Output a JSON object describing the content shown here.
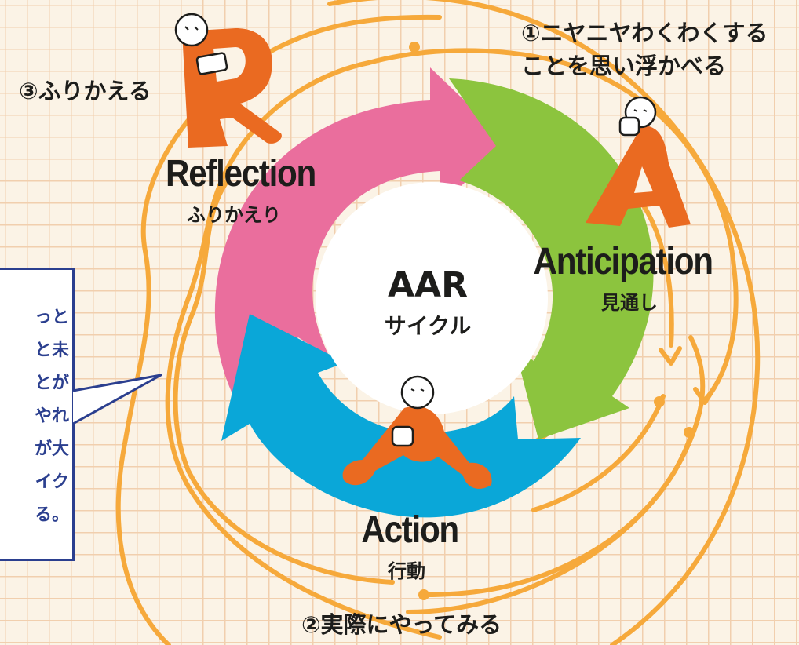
{
  "colors": {
    "reflection": "#ea6e9d",
    "anticipation": "#8cc43e",
    "action": "#0aa7d8",
    "orbit": "#f6a93b",
    "character": "#ea6a21",
    "callout_border": "#2b3f8f",
    "grid": "#f1cfae",
    "background": "#fbf3e6"
  },
  "center": {
    "title": "AAR",
    "subtitle": "サイクル"
  },
  "stages": {
    "anticipation": {
      "en": "Anticipation",
      "ja": "見通し",
      "letter": "A"
    },
    "action": {
      "en": "Action",
      "ja": "行動"
    },
    "reflection": {
      "en": "Reflection",
      "ja": "ふりかえり",
      "letter": "R"
    }
  },
  "steps": {
    "step1_line1": "①ニヤニヤわくわくする",
    "step1_line2": "ことを思い浮かべる",
    "step2": "②実際にやってみる",
    "step3": "③ふりかえる"
  },
  "callout": {
    "lines": [
      "っと",
      "と未",
      "とが",
      "やれ",
      "が大",
      "イク",
      "る。"
    ]
  },
  "icons": [
    "pink-arrow-icon",
    "green-arrow-icon",
    "blue-arrow-icon",
    "orange-spiral-icon",
    "character-r-icon",
    "character-a-icon",
    "character-sitting-icon"
  ]
}
